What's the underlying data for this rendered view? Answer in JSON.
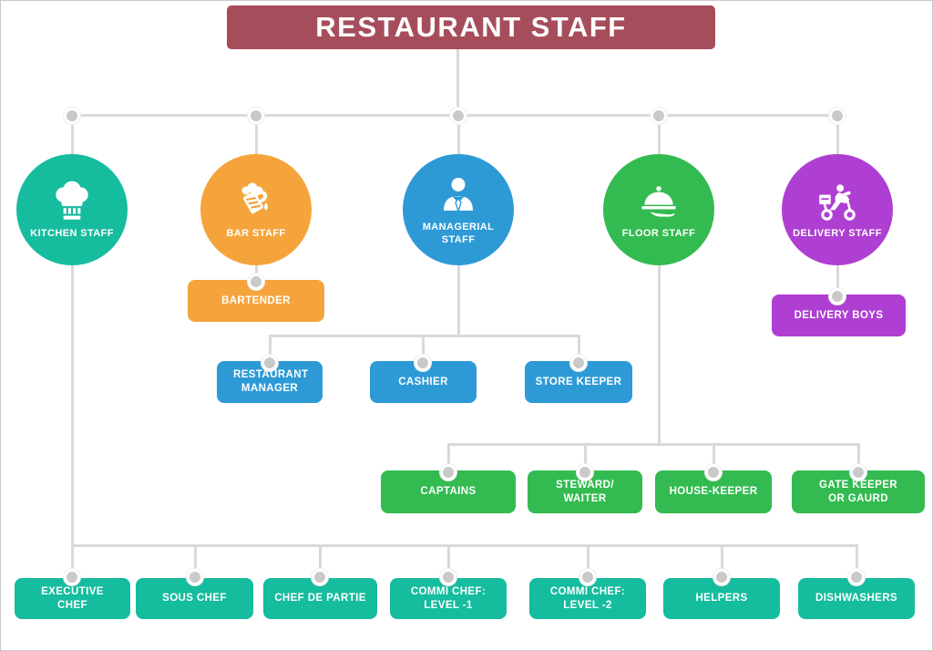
{
  "title": "RESTAURANT STAFF",
  "colors": {
    "maroon": "#a64d5b",
    "teal": "#16bc9e",
    "orange": "#f5a43c",
    "blue": "#2d9ad6",
    "green": "#33bb51",
    "purple": "#af3fd2",
    "connector": "#d9d9d9",
    "dot": "#c9c9c9"
  },
  "branches": {
    "kitchen": {
      "label": "KITCHEN STAFF",
      "icon": "chef-hat-icon",
      "color": "#16bc9e"
    },
    "bar": {
      "label": "BAR STAFF",
      "icon": "beer-mug-icon",
      "color": "#f5a43c"
    },
    "managerial": {
      "label": "MANAGERIAL STAFF",
      "icon": "manager-person-icon",
      "color": "#2d9ad6"
    },
    "floor": {
      "label": "FLOOR STAFF",
      "icon": "cloche-hand-icon",
      "color": "#33bb51"
    },
    "delivery": {
      "label": "DELIVERY STAFF",
      "icon": "delivery-scooter-icon",
      "color": "#af3fd2"
    }
  },
  "nodes": {
    "bartender": "BARTENDER",
    "delivery_boys": "DELIVERY BOYS",
    "restaurant_manager": "RESTAURANT MANAGER",
    "cashier": "CASHIER",
    "store_keeper": "STORE KEEPER",
    "captains": "CAPTAINS",
    "steward_waiter": "STEWARD/ WAITER",
    "house_keeper": "HOUSE-KEEPER",
    "gate_keeper": "GATE KEEPER OR GAURD",
    "executive_chef": "EXECUTIVE CHEF",
    "sous_chef": "SOUS CHEF",
    "chef_de_partie": "CHEF DE PARTIE",
    "commi_chef_level_1": "COMMI CHEF: LEVEL -1",
    "commi_chef_level_2": "COMMI CHEF: LEVEL -2",
    "helpers": "HELPERS",
    "dishwashers": "DISHWASHERS"
  }
}
